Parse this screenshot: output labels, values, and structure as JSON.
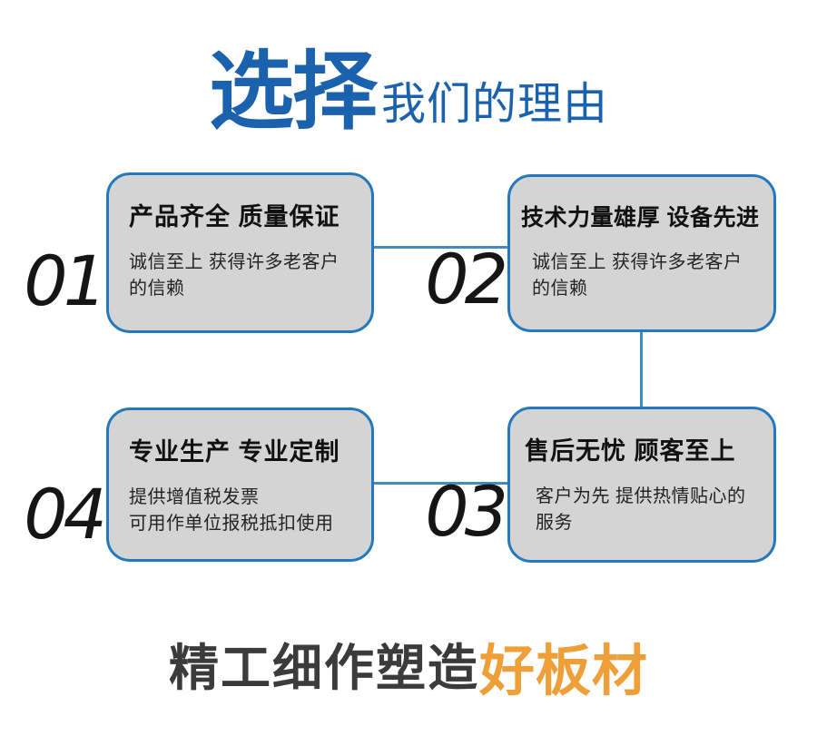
{
  "title": {
    "highlight": "选择",
    "rest": "我们的理由"
  },
  "cards": [
    {
      "number": "01",
      "title": "产品齐全 质量保证",
      "body": "诚信至上 获得许多老客户\n的信赖"
    },
    {
      "number": "02",
      "title": "技术力量雄厚 设备先进",
      "body": "诚信至上 获得许多老客户\n的信赖"
    },
    {
      "number": "04",
      "title": "专业生产 专业定制",
      "body": "提供增值税发票\n可用作单位报税抵扣使用"
    },
    {
      "number": "03",
      "title": "售后无忧 顾客至上",
      "body": "客户为先 提供热情贴心的\n服务"
    }
  ],
  "footer": {
    "dark": "精工细作塑造",
    "accent": "好板材"
  },
  "colors": {
    "primary_blue": "#1B62AE",
    "border_blue": "#2478BD",
    "connector_blue": "#3F8CC5",
    "card_gray": "#D4D4D4",
    "accent_orange": "#EF9F38"
  }
}
